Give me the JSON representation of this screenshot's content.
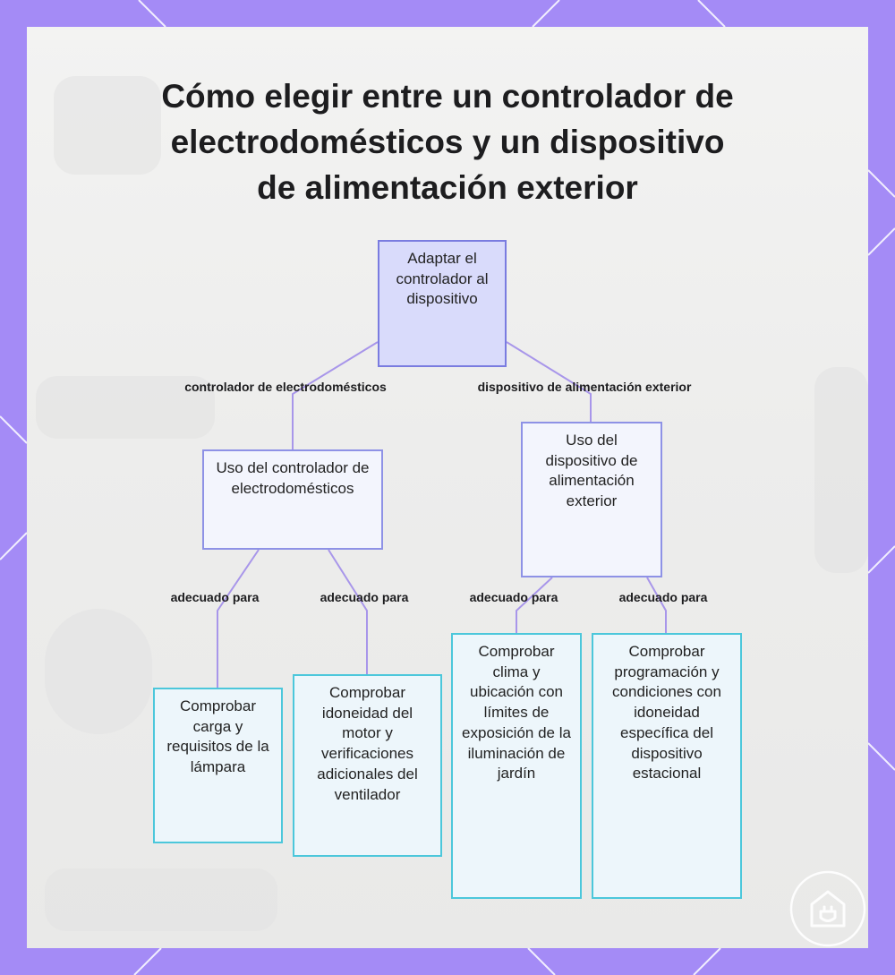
{
  "title": "Cómo elegir entre un controlador de\nelectrodomésticos y un dispositivo\nde alimentación exterior",
  "colors": {
    "frame": "#a48bf6",
    "root_fill": "#d9dbfb",
    "root_border": "#7a7ce0",
    "mid_fill": "#f3f5fd",
    "mid_border": "#8e92e6",
    "leaf_fill": "#edf6fb",
    "leaf_border": "#4cc7db",
    "connector": "#a896ea"
  },
  "root": {
    "label": "Adaptar el controlador al dispositivo"
  },
  "branches": [
    {
      "edge_label": "controlador de electrodomésticos",
      "node": "Uso del controlador de electrodomésticos",
      "children": [
        {
          "edge_label": "adecuado para",
          "node": "Comprobar carga y requisitos de la lámpara"
        },
        {
          "edge_label": "adecuado para",
          "node": "Comprobar idoneidad del motor y verificaciones adicionales del ventilador"
        }
      ]
    },
    {
      "edge_label": "dispositivo de alimentación exterior",
      "node": "Uso del dispositivo de alimentación exterior",
      "children": [
        {
          "edge_label": "adecuado para",
          "node": "Comprobar clima y ubicación con límites de exposición de la iluminación de jardín"
        },
        {
          "edge_label": "adecuado para",
          "node": "Comprobar programación y condiciones con idoneidad específica del dispositivo estacional"
        }
      ]
    }
  ],
  "logo_icon": "house-plug-icon"
}
